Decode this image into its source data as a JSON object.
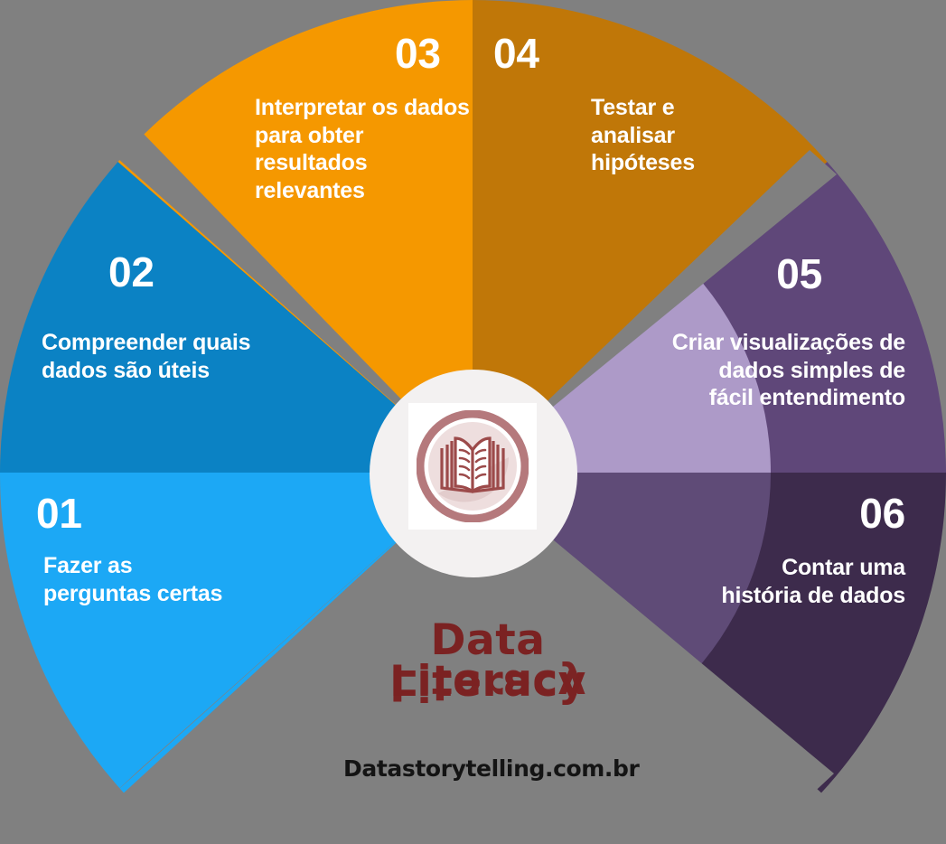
{
  "meta": {
    "background_color": "#808080",
    "hub_color": "#f3f1f1",
    "text_color": "#ffffff"
  },
  "segments": [
    {
      "number": "01",
      "label": "Fazer as perguntas certas",
      "color": "#1CA8F5",
      "name": "segment-01-fazer-as-perguntas-certas"
    },
    {
      "number": "02",
      "label": "Compreender quais dados são úteis",
      "color": "#0B82C4",
      "name": "segment-02-compreender-quais-dados-sao-uteis"
    },
    {
      "number": "03",
      "label": "Interpretar os dados para obter resultados relevantes",
      "color": "#F59800",
      "name": "segment-03-interpretar-os-dados"
    },
    {
      "number": "04",
      "label": "Testar e analisar hipóteses",
      "color": "#C07708",
      "name": "segment-04-testar-e-analisar-hipoteses"
    },
    {
      "number": "05",
      "label": "Criar visualizações de dados simples de fácil entendimento",
      "color": "#5F4779",
      "inner_color": "#AD9AC8",
      "name": "segment-05-criar-visualizacoes-de-dados"
    },
    {
      "number": "06",
      "label": "Contar uma história de dados",
      "color": "#3D2B4C",
      "inner_color": "#5F4B77",
      "name": "segment-06-contar-uma-historia-de-dados"
    }
  ],
  "center": {
    "icon": "open-book-icon",
    "icon_color": "#A55A5A",
    "plate_color": "#ffffff"
  },
  "wordmark": {
    "line1": "Data",
    "line2": "Literacy",
    "reflection": "Literacy",
    "url": "Datastorytelling.com.br",
    "color": "#7b2222",
    "url_color": "#141414"
  },
  "chart_data": {
    "type": "pie",
    "title": "Data Literacy",
    "categories": [
      "01",
      "02",
      "03",
      "04",
      "05",
      "06"
    ],
    "values": [
      60,
      60,
      60,
      60,
      60,
      60
    ],
    "labels": [
      "Fazer as perguntas certas",
      "Compreender quais dados são úteis",
      "Interpretar os dados para obter resultados relevantes",
      "Testar e analisar hipóteses",
      "Criar visualizações de dados simples de fácil entendimento",
      "Contar uma história de dados"
    ],
    "colors": [
      "#1CA8F5",
      "#0B82C4",
      "#F59800",
      "#C07708",
      "#5F4779",
      "#3D2B4C"
    ],
    "legend": "none",
    "grid": false,
    "note": "Six equal 60-degree radial sectors arranged as a donut/wheel around a central book icon."
  }
}
